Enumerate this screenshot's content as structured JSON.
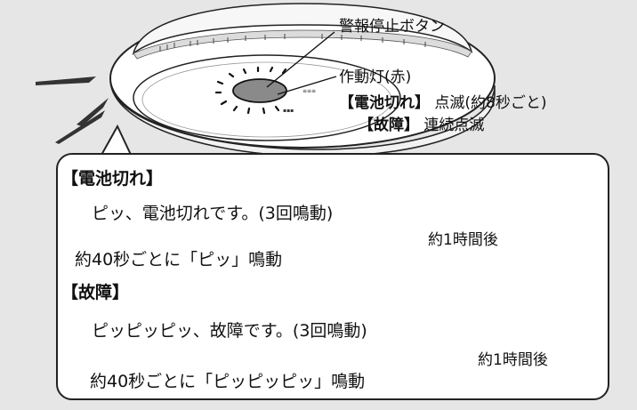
{
  "device": {
    "name": "smoke-detector-illustration",
    "callouts": {
      "stop_button": "警報停止ボタン",
      "indicator": "作動灯(赤)",
      "battery_tag": "【電池切れ】",
      "battery_desc": "点滅(約8秒ごと)",
      "fault_tag": "【故障】",
      "fault_desc": "連続点滅"
    }
  },
  "panel": {
    "battery": {
      "heading": "【電池切れ】",
      "message": "ピッ、電池切れです。(3回鳴動)",
      "repeat": "約40秒ごとに「ピッ」鳴動",
      "interval": "約1時間後"
    },
    "fault": {
      "heading": "【故障】",
      "message": "ピッピッピッ、故障です。(3回鳴動)",
      "repeat": "約40秒ごとに「ピッピッピッ」鳴動",
      "interval": "約1時間後"
    }
  },
  "colors": {
    "background": "#e6e6e6",
    "panel": "#ffffff",
    "ink": "#111111",
    "indicator_lamp": "#8a8a8a"
  }
}
